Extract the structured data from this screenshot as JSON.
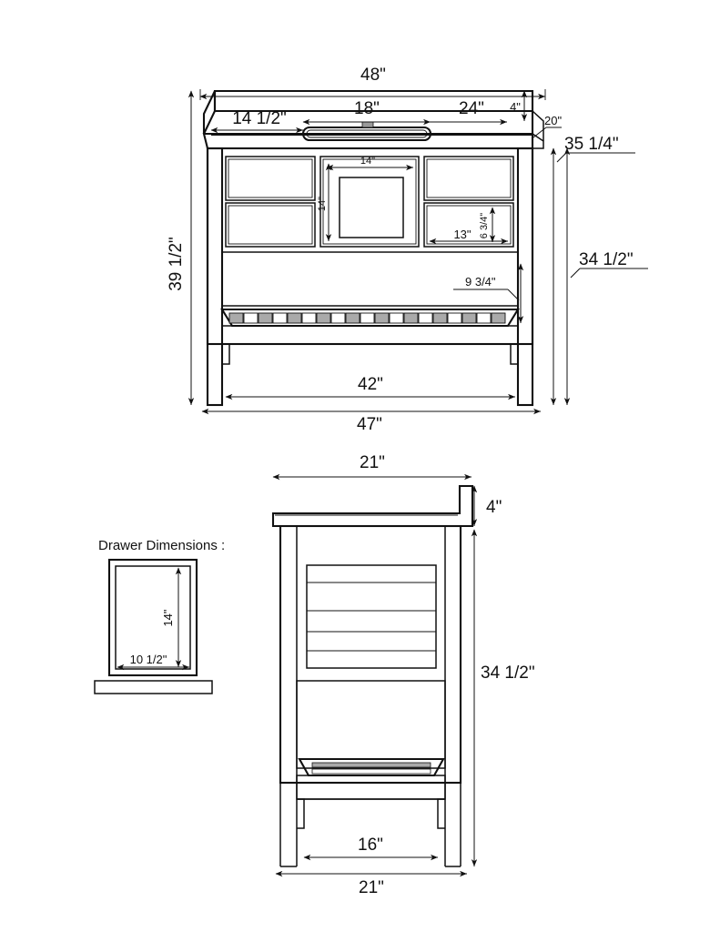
{
  "document": {
    "type": "technical-dimension-drawing",
    "subject": "Bathroom vanity cabinet",
    "units": "inches",
    "background_color": "#ffffff",
    "line_color": "#111111",
    "slat_fill_color": "#aaaaaa"
  },
  "front_view": {
    "name": "Front elevation",
    "dimensions": {
      "overall_top_width": "48\"",
      "left_of_sink": "14 1/2\"",
      "sink_width": "18\"",
      "right_of_sink": "24\"",
      "backsplash_height": "4\"",
      "countertop_depth_note": "20\"",
      "counter_top_height": "35 1/4\"",
      "cabinet_body_height": "34 1/2\"",
      "overall_height": "39 1/2\"",
      "center_door_width": "14\"",
      "center_door_height": "14\"",
      "side_drawer_width": "13\"",
      "side_drawer_height": "6 3/4\"",
      "open_shelf_height": "9 3/4\"",
      "cabinet_width": "42\"",
      "base_width": "47\""
    }
  },
  "side_view": {
    "name": "Side elevation",
    "dimensions": {
      "top_depth": "21\"",
      "backsplash_height": "4\"",
      "cabinet_height": "34 1/2\"",
      "inner_depth": "16\"",
      "base_depth": "21\""
    }
  },
  "drawer_detail": {
    "title": "Drawer Dimensions :",
    "dimensions": {
      "height": "14\"",
      "width": "10 1/2\""
    }
  },
  "labels": {
    "d48": "48\"",
    "d18": "18\"",
    "d24": "24\"",
    "d4_top": "4\"",
    "d20": "20\"",
    "d14_half": "14 1/2\"",
    "d35_quarter": "35 1/4\"",
    "d39_half": "39 1/2\"",
    "d34_half_front": "34 1/2\"",
    "d14_w": "14\"",
    "d14_h": "14\"",
    "d13": "13\"",
    "d6_34": "6 3/4\"",
    "d9_34": "9 3/4\"",
    "d42": "42\"",
    "d47": "47\"",
    "d21_top": "21\"",
    "d4_side": "4\"",
    "d34_half_side": "34 1/2\"",
    "d16": "16\"",
    "d21_bottom": "21\"",
    "drawer_title": "Drawer Dimensions :",
    "drawer_h": "14\"",
    "drawer_w": "10 1/2\""
  }
}
